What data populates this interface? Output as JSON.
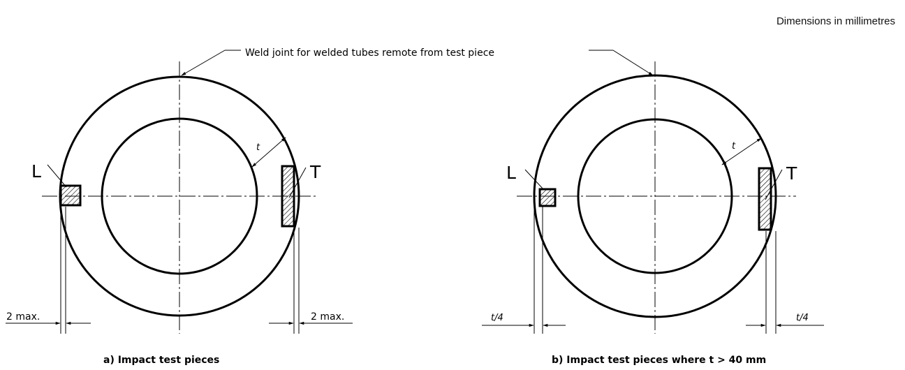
{
  "header": {
    "units_note": "Dimensions in millimetres"
  },
  "callout": {
    "weld_joint": "Weld joint for welded tubes remote from test piece"
  },
  "figure_a": {
    "caption": "a)  Impact test pieces",
    "label_L": "L",
    "label_T": "T",
    "thickness": "t",
    "dim_left": "2 max.",
    "dim_right": "2 max."
  },
  "figure_b": {
    "caption": "b)  Impact test pieces where t > 40 mm",
    "label_L": "L",
    "label_T": "T",
    "thickness": "t",
    "dim_left": "t/4",
    "dim_right": "t/4"
  }
}
